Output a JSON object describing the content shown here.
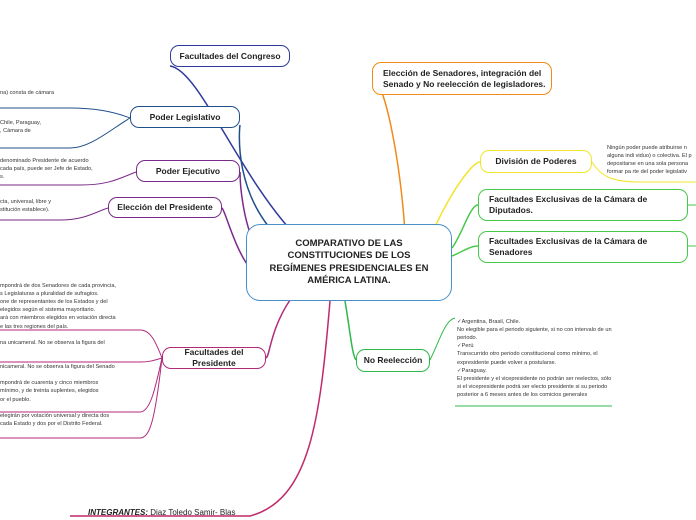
{
  "central": {
    "title": "COMPARATIVO DE LAS CONSTITUCIONES DE LOS REGÍMENES PRESIDENCIALES EN AMÉRICA LATINA."
  },
  "left_topics": {
    "congreso": "Facultades del Congreso",
    "legislativo": "Poder Legislativo",
    "ejecutivo": "Poder Ejecutivo",
    "eleccion": "Elección del Presidente",
    "presidente": "Facultades del Presidente"
  },
  "right_topics": {
    "senadores": "Elección de Senadores, integración del Senado y No reelección de legisladores.",
    "division": "División de Poderes",
    "diputados": "Facultades Exclusivas de la Cámara de Diputados.",
    "senadores_exclusivas": "Facultades Exclusivas de la Cámara de Senadores",
    "no_reeleccion": "No Reelección"
  },
  "notes": {
    "legislativo_1": [
      "na) consta de cámara"
    ],
    "legislativo_2": [
      "Chile, Paraguay,",
      ", Cámara de"
    ],
    "ejecutivo": [
      "denominado Presidente de acuerdo",
      "cada país, puede ser Jefe de Estado,",
      "s."
    ],
    "eleccion": [
      "cta, universal, libre y",
      "stitución establece)."
    ],
    "presidente": [
      "mpondrá de dos Senadores de cada provincia,",
      "s Legislaturas a pluralidad de sufragios.",
      "one de representantes de los Estados y del",
      "elegidos según el sistema mayoritario.",
      "ará con miembros elegidos en votación directa",
      "e las tres regiones del país.",
      "",
      "na unicameral. No se observa la figura del",
      "",
      "",
      "nicameral. No se observa la figura del Senado",
      "",
      "mpondrá de cuarenta y cinco miembros",
      "mínimo, y de treinta suplentes, elegidos",
      "or el pueblo.",
      "",
      "elegirán por votación universal y directa dos",
      "cada Estado y dos por el Distrito Federal."
    ],
    "division": [
      "Ningún poder puede atribuirse n",
      "alguna indi viduo) o colectiva. El p",
      "depositarse en una sola persona",
      "formar pa rte del poder legislativ"
    ],
    "no_reeleccion": [
      "✓Argentina, Brasil, Chile.",
      "No elegible para el periodo siguiente, si no con intervalo de un",
      "periodo.",
      "✓Perú",
      "Transcurrido otro periodo constitucional como mínimo, el",
      "expresidente puede volver a postularse.",
      "✓Paraguay.",
      "El presidente y el vicepresidente no podrán ser reelectos, sólo",
      "si el vicepresidente podrá ser electo presidente si su periodo",
      "posterior a 6 meses antes de los comicios generales"
    ]
  },
  "credit": {
    "label": "INTEGRANTES:",
    "names": "Diaz Toledo Samir- Blas"
  },
  "colors": {
    "central_border": "#4a90c8",
    "left_branch": "#2f3a9a",
    "legislativo_branch": "#1f4f8a",
    "ejecutivo_branch": "#7a2a8a",
    "eleccion_branch": "#7a2a8a",
    "presidente_branch": "#b02a7a",
    "credit_branch": "#c02a6a",
    "senadores_branch": "#f08a1a",
    "division_branch": "#f2e42a",
    "diputados_branch": "#46c84a",
    "no_reeleccion_branch": "#2fb84a"
  }
}
